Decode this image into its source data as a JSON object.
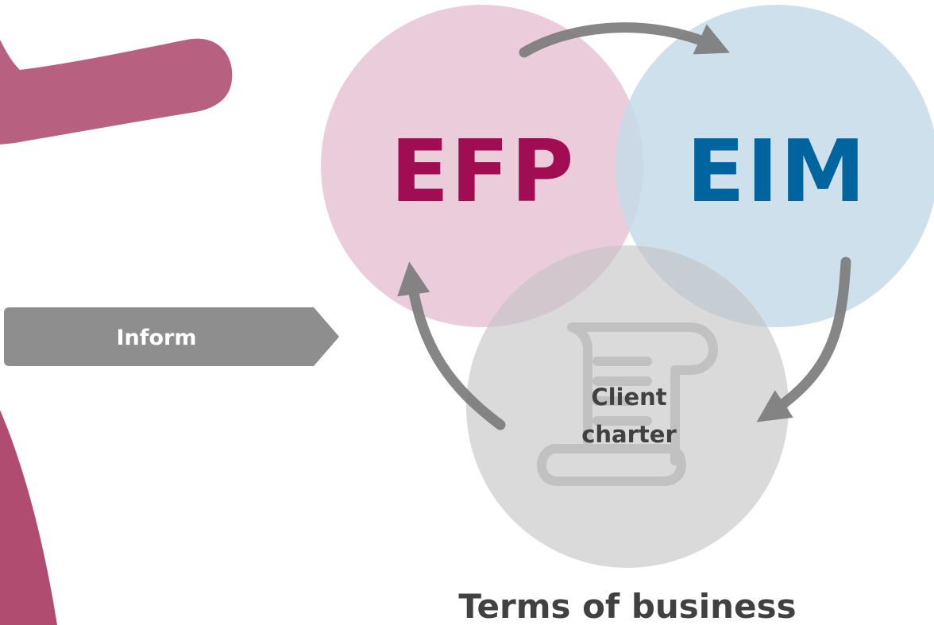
{
  "labels": {
    "efp": "EFP",
    "eim": "EIM",
    "center_line1": "Client",
    "center_line2": "charter",
    "caption": "Terms of business",
    "tag": "Inform"
  },
  "icons": {
    "center": "scroll-document-icon",
    "flow": "circular-arrows-icon"
  },
  "colors": {
    "efp_circle": "#e8c6d7",
    "efp_text": "#a00d52",
    "eim_circle": "#c5dbe9",
    "eim_text": "#00649f",
    "center_circle": "#cfcfcf",
    "arrow": "#7a7a7a",
    "tag_bg": "#8e8e8e",
    "tag_text": "#ffffff",
    "caption_text": "#414141",
    "center_text": "#414141",
    "accent_shape": "#b25274"
  }
}
